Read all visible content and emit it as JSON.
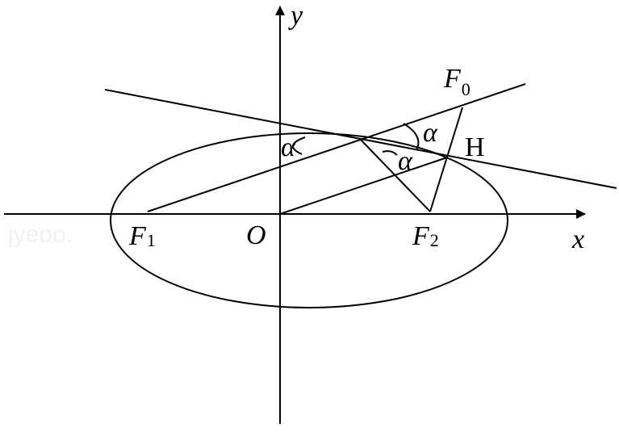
{
  "axes": {
    "x_label": "x",
    "y_label": "y"
  },
  "points": {
    "origin": "O",
    "f1": {
      "main": "F",
      "sub": "1"
    },
    "f2": {
      "main": "F",
      "sub": "2"
    },
    "f0": {
      "main": "F",
      "sub": "0"
    },
    "h": "H"
  },
  "angles": {
    "alpha_left": "α",
    "alpha_top": "α",
    "alpha_lower": "α"
  },
  "watermark": "jyeoo."
}
